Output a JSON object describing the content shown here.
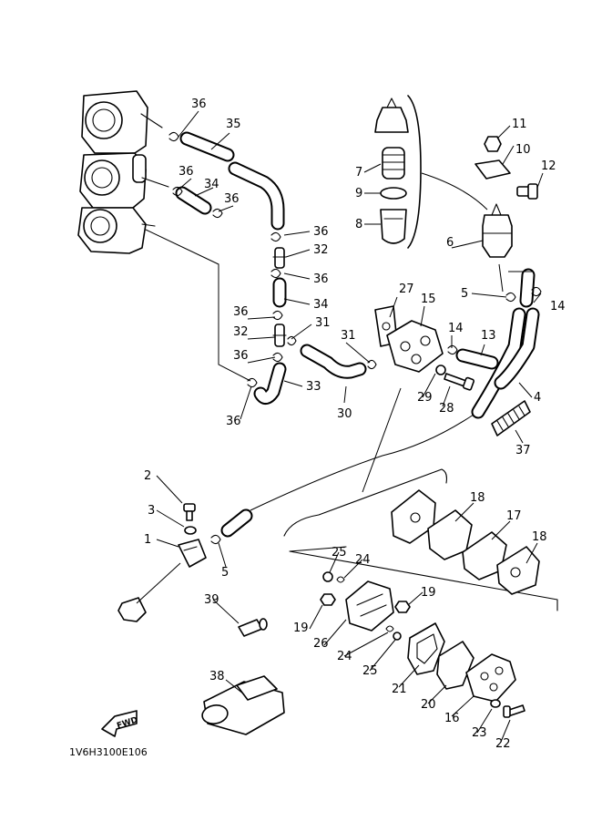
{
  "diagram_ref": "1V6H3100E106",
  "fwd_label": "FWD",
  "callouts": {
    "c1": "1",
    "c2": "2",
    "c3": "3",
    "c4": "4",
    "c5a": "5",
    "c5b": "5",
    "c6": "6",
    "c7": "7",
    "c8": "8",
    "c9": "9",
    "c10": "10",
    "c11": "11",
    "c12": "12",
    "c13": "13",
    "c14a": "14",
    "c14b": "14",
    "c15": "15",
    "c16": "16",
    "c17": "17",
    "c18a": "18",
    "c18b": "18",
    "c19a": "19",
    "c19b": "19",
    "c20": "20",
    "c21": "21",
    "c22": "22",
    "c23": "23",
    "c24a": "24",
    "c24b": "24",
    "c25a": "25",
    "c25b": "25",
    "c26": "26",
    "c27": "27",
    "c28": "28",
    "c29": "29",
    "c30": "30",
    "c31a": "31",
    "c31b": "31",
    "c32a": "32",
    "c32b": "32",
    "c33": "33",
    "c34a": "34",
    "c34b": "34",
    "c35": "35",
    "c36a": "36",
    "c36b": "36",
    "c36c": "36",
    "c36d": "36",
    "c36e": "36",
    "c36f": "36",
    "c36g": "36",
    "c36h": "36",
    "c37": "37",
    "c38": "38",
    "c39": "39"
  }
}
